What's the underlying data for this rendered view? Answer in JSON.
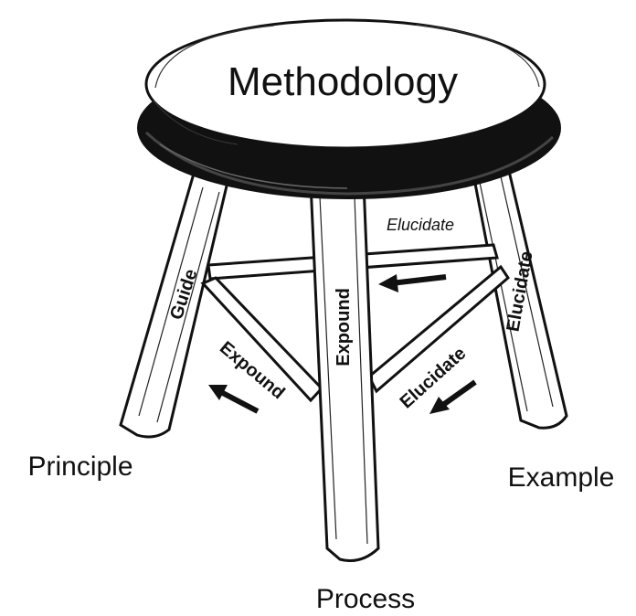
{
  "title": "Methodology",
  "legs": {
    "left": "Principle",
    "center": "Process",
    "right": "Example"
  },
  "leg_labels": {
    "left_leg": "Guide",
    "center_leg": "Expound",
    "right_leg": "Elucidate"
  },
  "rung_labels": {
    "top_right_rung": "Elucidate",
    "left_rung": "Expound",
    "right_rung": "Elucidate"
  }
}
